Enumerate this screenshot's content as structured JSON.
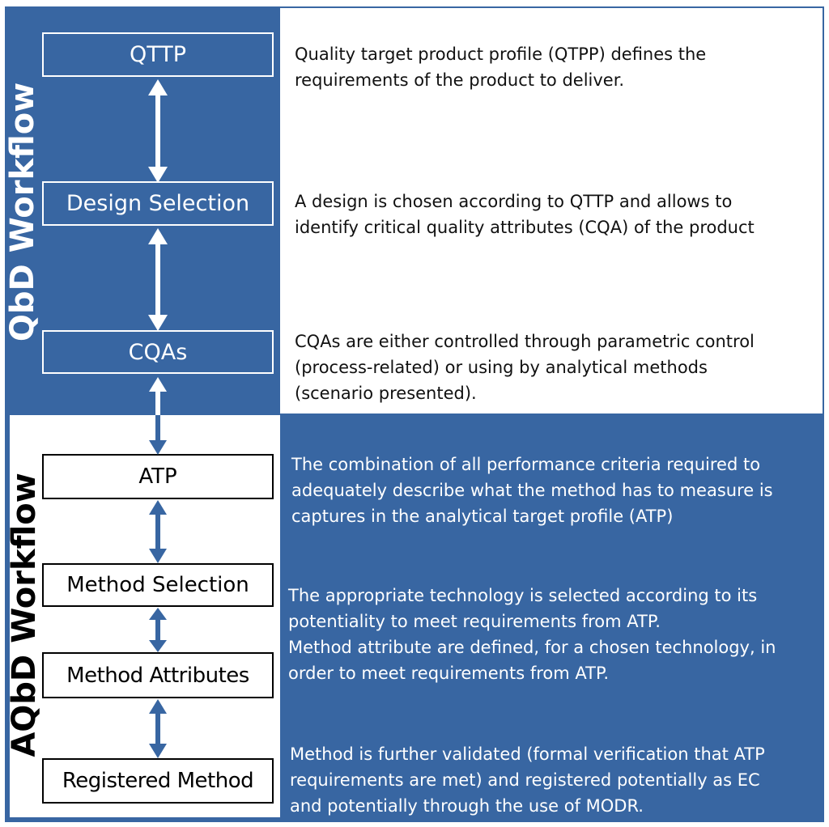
{
  "qbd": {
    "title": "QbD Workflow",
    "steps": [
      {
        "label": "QTTP",
        "description": [
          "Quality target product profile (QTPP) defines the",
          "requirements of the product to deliver."
        ]
      },
      {
        "label": "Design Selection",
        "description": [
          "A design is chosen according to QTTP and allows to",
          "identify critical quality attributes (CQA) of the product"
        ]
      },
      {
        "label": "CQAs",
        "description": [
          "CQAs are either controlled through parametric control",
          "(process-related) or using by analytical methods",
          "(scenario presented)."
        ]
      }
    ]
  },
  "aqbd": {
    "title": "AQbD Workflow",
    "steps": [
      {
        "label": "ATP"
      },
      {
        "label": "Method Selection"
      },
      {
        "label": "Method Attributes"
      },
      {
        "label": "Registered Method"
      }
    ],
    "descriptions": [
      [
        "The combination of all performance criteria required to",
        "adequately describe what the method has to measure is",
        "captures in the analytical target profile (ATP)"
      ],
      [
        "The appropriate technology is selected according to its",
        "potentiality to meet requirements from ATP.",
        "Method attribute are defined, for a chosen technology, in",
        "order to meet requirements from ATP."
      ],
      [
        "Method is further validated (formal verification that ATP",
        "requirements are met) and registered potentially as EC",
        "and potentially through the use of MODR."
      ]
    ]
  },
  "colors": {
    "brand_blue": "#3866a2",
    "white": "#ffffff",
    "black": "#000000"
  }
}
